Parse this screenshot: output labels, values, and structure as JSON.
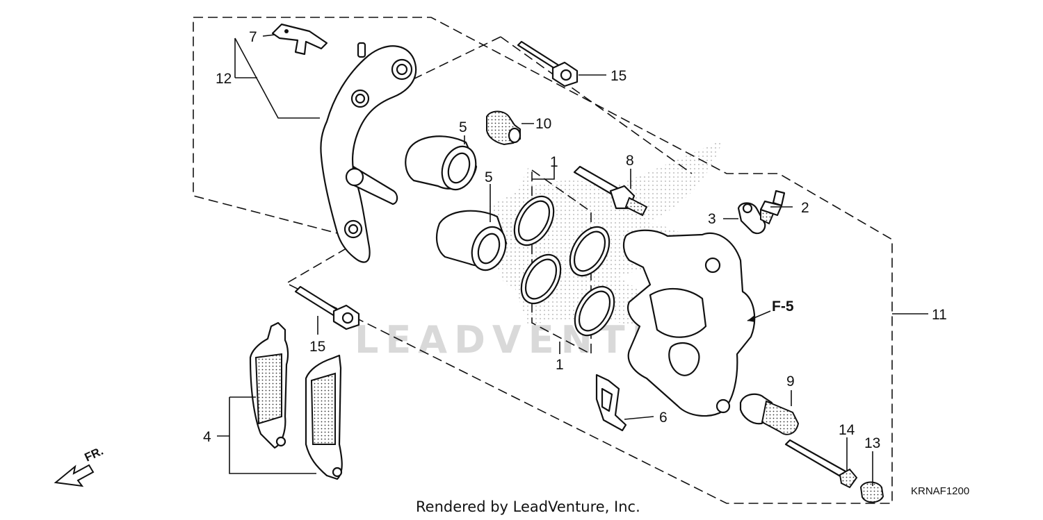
{
  "credit": "Rendered by LeadVenture, Inc.",
  "diagram_code": "KRNAF1200",
  "watermark": "LEADVENTURE",
  "direction_label": "FR.",
  "reference_label": "F-5",
  "callouts": {
    "c1_top": "1",
    "c1_bottom": "1",
    "c2": "2",
    "c3": "3",
    "c4": "4",
    "c5_top": "5",
    "c5_bottom": "5",
    "c6": "6",
    "c7": "7",
    "c8": "8",
    "c9": "9",
    "c10": "10",
    "c11": "11",
    "c12": "12",
    "c13": "13",
    "c14": "14",
    "c15_top": "15",
    "c15_bottom": "15"
  }
}
